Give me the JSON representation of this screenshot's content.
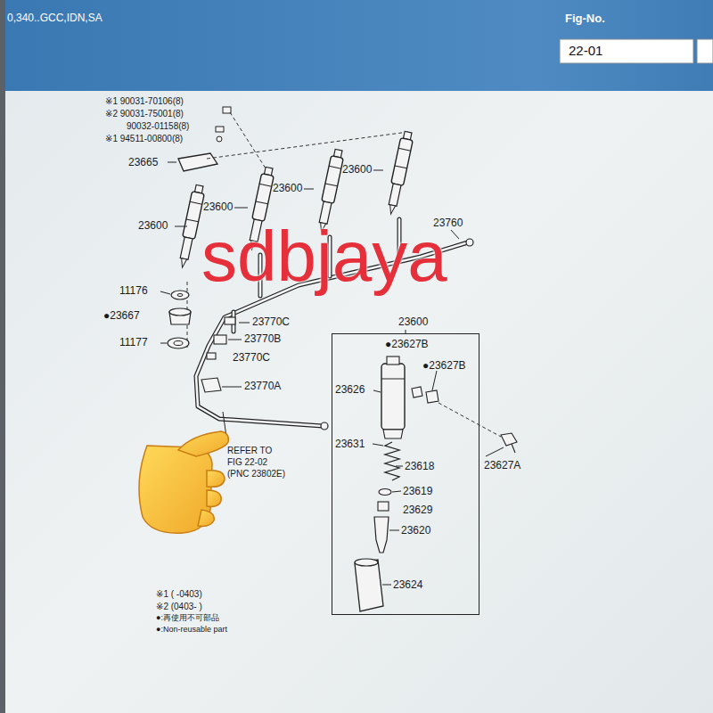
{
  "diagram": {
    "nodes": [
      {
        "text": [
          "23600"
        ]
      }
    ],
    "labels": [
      "0,340..GCC,IDN,SA",
      "Fig-No.",
      "22-01",
      "※1 90031-70106(8)",
      "※2 90031-75001(8)",
      "90032-01158(8)",
      "※1 94511-00800(8)",
      "23665",
      "23600",
      "23600",
      "23600",
      "23600",
      "23760",
      "11176",
      "●23667",
      "11177",
      "23770C",
      "23770B",
      "23770C",
      "23770A",
      "REFER TO",
      "FIG 22-02",
      "(PNC 23802E)",
      "●23627B",
      "●23627B",
      "23626",
      "23631",
      "23618",
      "23619",
      "23629",
      "23620",
      "23624",
      "23627A",
      "※1 (    -0403)",
      "※2 (0403-    )",
      "●:再使用不可部品",
      "●:Non-reusable part",
      "sdbjaya"
    ]
  }
}
